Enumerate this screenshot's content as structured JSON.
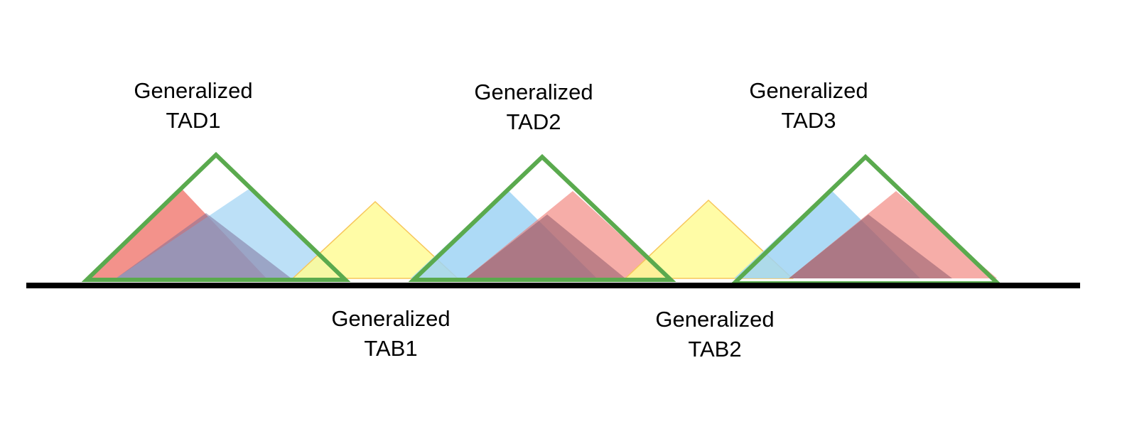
{
  "colors": {
    "tad_outline": "#5aaa4e",
    "red": "#f0776e",
    "blue": "#9fd3f4",
    "overlap_purple": "#8f7b99",
    "yellow": "#fffb96",
    "yellow_outline": "#f7c65c",
    "axis": "#000000"
  },
  "labels": {
    "tad1": {
      "line1": "Generalized",
      "line2": "TAD1"
    },
    "tad2": {
      "line1": "Generalized",
      "line2": "TAD2"
    },
    "tad3": {
      "line1": "Generalized",
      "line2": "TAD3"
    },
    "tab1": {
      "line1": "Generalized",
      "line2": "TAB1"
    },
    "tab2": {
      "line1": "Generalized",
      "line2": "TAB2"
    }
  }
}
